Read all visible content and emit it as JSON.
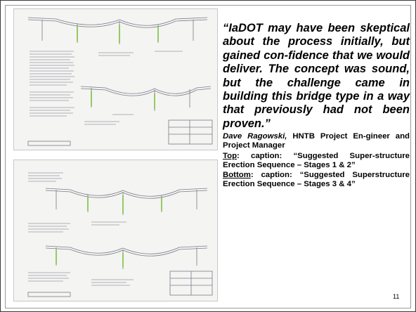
{
  "quote": {
    "text": "“IaDOT may have been skeptical about the process initially, but gained con-fidence that we would deliver. The concept was sound, but the challenge came in building this bridge type in a way that previously had not been proven.”"
  },
  "attribution": {
    "name": "Dave Ragowski,",
    "role": " HNTB Project En-gineer and Project Manager"
  },
  "captions": [
    {
      "label": "Top",
      "text": ": caption: “Suggested Super-structure Erection Sequence – Stages 1 & 2”"
    },
    {
      "label": "Bottom",
      "text": ": caption: “Suggested Superstructure Erection Sequence – Stages 3 & 4”"
    }
  ],
  "page_number": "11",
  "colors": {
    "sheet_background": "#f4f4f2",
    "line_drawing": "#6a6a7a",
    "green_highlight": "#7fbf3f",
    "text": "#000000"
  }
}
